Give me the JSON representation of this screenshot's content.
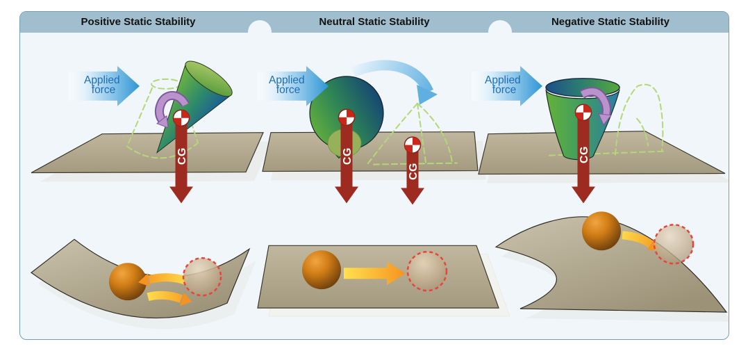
{
  "figure": {
    "panels": [
      {
        "title": "Positive Static Stability",
        "force_line1": "Applied",
        "force_line2": "force",
        "cg_label": "CG"
      },
      {
        "title": "Neutral Static Stability",
        "force_line1": "Applied",
        "force_line2": "force",
        "cg_label": "CG",
        "cg_label_displaced": "CG"
      },
      {
        "title": "Negative Static Stability",
        "force_line1": "Applied",
        "force_line2": "force",
        "cg_label": "CG"
      }
    ],
    "colors": {
      "header_bg": "#a0becd",
      "panel_bg": "#f0f6f9",
      "card_border": "#74a0b6",
      "title_text": "#121212",
      "applied_force_text": "#1e6db4",
      "applied_force_arrow_blue": "#2f96d6",
      "cg_arrow_red": "#9e2b1f",
      "cg_marker_red": "#c8271a",
      "moment_arrow_purple": "#ba92cc",
      "ghost_outline_green": "#b5d877",
      "platform_tan": "#afa58c",
      "ball_brown": "#b06a16",
      "ghost_ball_outline_red": "#e8453a",
      "displacement_arrow_orange": "#f6921f"
    }
  }
}
